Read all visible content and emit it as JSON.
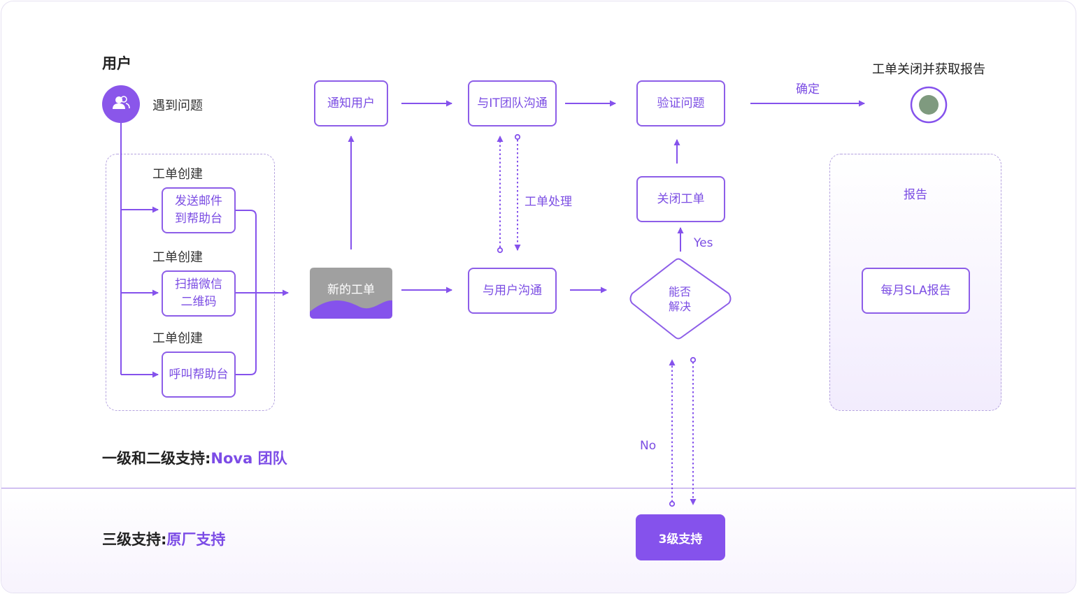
{
  "lanes": {
    "user": "用户",
    "support_prefix": "一级和二级支持:",
    "support_team": "Nova 团队",
    "l3_prefix": "三级支持:",
    "l3_team": "原厂支持"
  },
  "user_node": {
    "label": "遇到问题",
    "icon": "users-icon"
  },
  "creation": {
    "steps": [
      {
        "heading": "工单创建",
        "line1": "发送邮件",
        "line2": "到帮助台"
      },
      {
        "heading": "工单创建",
        "line1": "扫描微信",
        "line2": "二维码"
      },
      {
        "heading": "工单创建",
        "line1": "呼叫帮助台",
        "line2": ""
      }
    ]
  },
  "nodes": {
    "new_ticket": "新的工单",
    "notify_user": "通知用户",
    "it_comm": "与IT团队沟通",
    "user_comm": "与用户沟通",
    "verify": "验证问题",
    "close_ticket": "关闭工单",
    "decision_line1": "能否",
    "decision_line2": "解决",
    "l3_support": "3级支持",
    "monthly_report": "每月SLA报告"
  },
  "edge_labels": {
    "processing": "工单处理",
    "confirm": "确定",
    "yes": "Yes",
    "no": "No"
  },
  "end": {
    "label": "工单关闭并获取报告"
  },
  "report_area": {
    "title": "报告"
  },
  "colors": {
    "accent": "#8552ec",
    "accent_text": "#7b4de3",
    "end_dot": "#7f9a7f",
    "new_ticket_grey": "#9e9e9e"
  }
}
